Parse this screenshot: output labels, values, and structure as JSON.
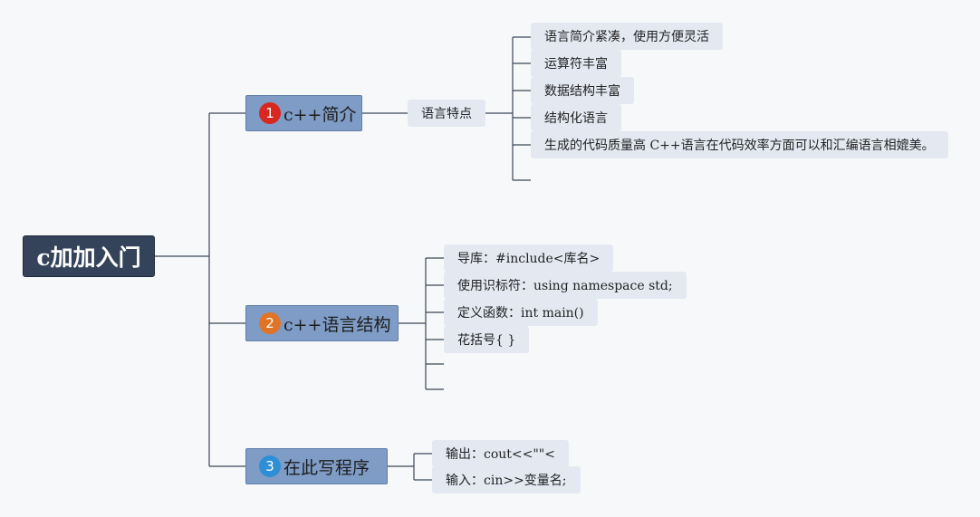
{
  "root": {
    "label": "c加加入门"
  },
  "branches": [
    {
      "number": "1",
      "label": "c++简介",
      "badge_color": "#d8281f",
      "sub": {
        "label": "语言特点",
        "items": [
          "语言简介紧凑，使用方便灵活",
          "运算符丰富",
          "数据结构丰富",
          "结构化语言",
          "生成的代码质量高 C++语言在代码效率方面可以和汇编语言相媲美。"
        ]
      }
    },
    {
      "number": "2",
      "label": "c++语言结构",
      "badge_color": "#e07325",
      "items": [
        "导库：#include<库名>",
        "使用识标符：using namespace std;",
        "定义函数：int main()",
        "花括号{ }"
      ]
    },
    {
      "number": "3",
      "label": "在此写程序",
      "badge_color": "#2e8fd6",
      "items": [
        "输出：cout<<\"\"<",
        "输入：cin>>变量名;"
      ]
    }
  ]
}
